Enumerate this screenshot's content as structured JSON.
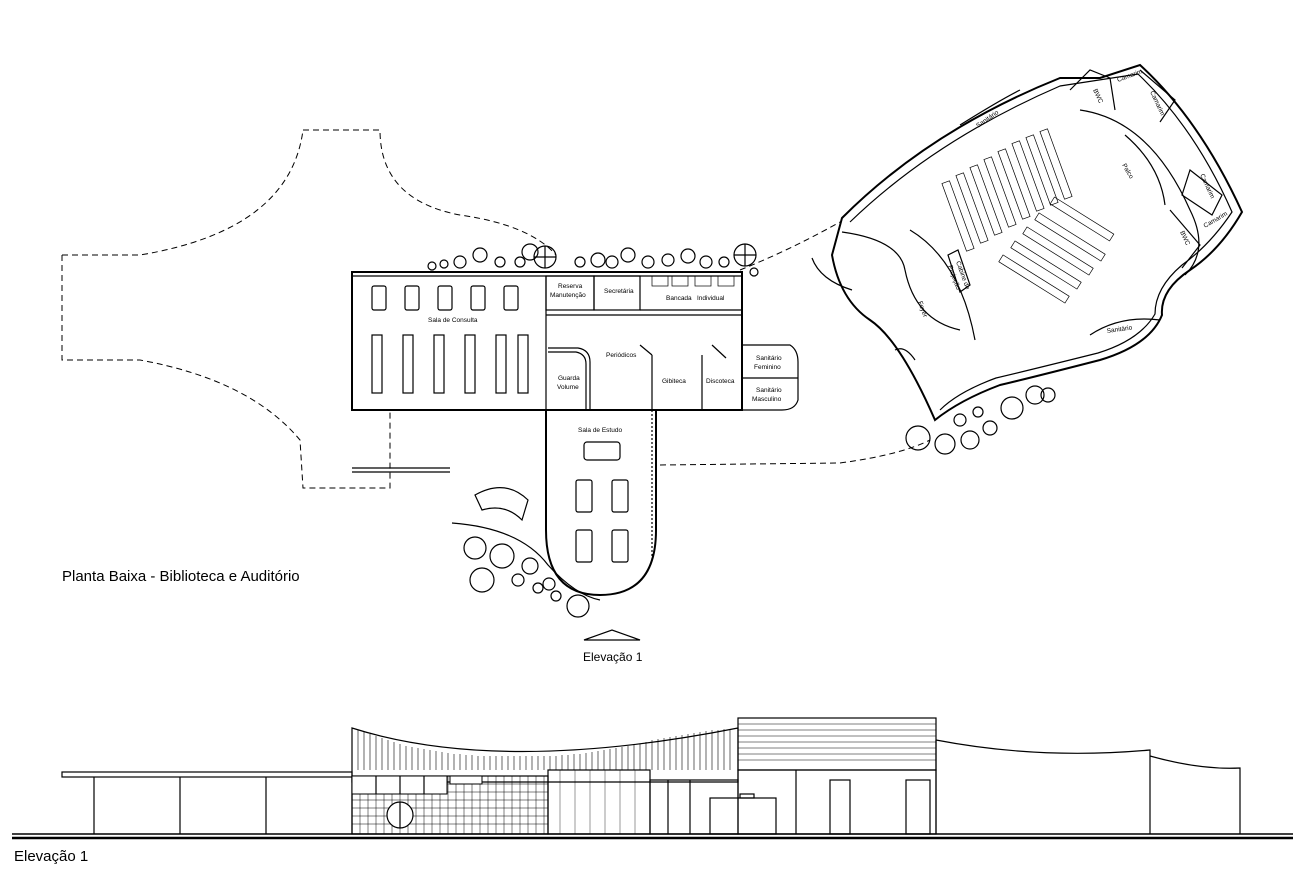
{
  "titles": {
    "plan": "Planta Baixa - Biblioteca e Auditório",
    "elevation_marker": "Elevação 1",
    "elevation": "Elevação 1"
  },
  "rooms": {
    "reserva": "Reserva",
    "manutencao": "Manutenção",
    "secretaria": "Secretária",
    "bancada": "Bancada",
    "individual": "Individual",
    "sala_consulta": "Sala de Consulta",
    "periodicos": "Periódicos",
    "guarda": "Guarda",
    "volume": "Volume",
    "gibiteca": "Gibiteca",
    "discoteca": "Discoteca",
    "sanitario_fem_1": "Sanitário",
    "sanitario_fem_2": "Feminino",
    "sanitario_masc_1": "Sanitário",
    "sanitario_masc_2": "Masculino",
    "sala_estudo": "Sala de Estudo",
    "foyer": "Foyer",
    "cabine_1": "Cabine de",
    "cabine_2": "Projeção",
    "palco": "Palco",
    "sanitario_top": "Sanitário",
    "sanitario_bottom": "Sanitário",
    "bwc_top": "BWC",
    "bwc_right": "BWC",
    "camarim_1": "Camarim",
    "camarim_2": "Camarim",
    "camarim_3": "Camarim",
    "camarim_4": "Camarim"
  }
}
